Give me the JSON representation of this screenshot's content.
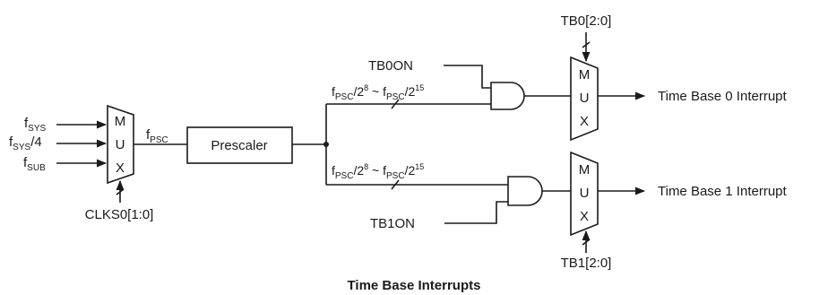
{
  "caption": "Time Base Interrupts",
  "inputs": [
    {
      "base": "f",
      "sub": "SYS",
      "suffix": ""
    },
    {
      "base": "f",
      "sub": "SYS",
      "suffix": "/4"
    },
    {
      "base": "f",
      "sub": "SUB",
      "suffix": ""
    }
  ],
  "mux_letters": [
    "M",
    "U",
    "X"
  ],
  "clock_select": "CLKS0[1:0]",
  "fpsc": {
    "base": "f",
    "sub": "PSC"
  },
  "prescaler": "Prescaler",
  "range_label": {
    "base": "f",
    "sub": "PSC",
    "exp_low": "8",
    "tilde": " ~ ",
    "exp_high": "15",
    "slash2": "/2"
  },
  "tb0": {
    "enable": "TB0ON",
    "select": "TB0[2:0]",
    "output": "Time Base 0 Interrupt"
  },
  "tb1": {
    "enable": "TB1ON",
    "select": "TB1[2:0]",
    "output": "Time Base 1 Interrupt"
  }
}
